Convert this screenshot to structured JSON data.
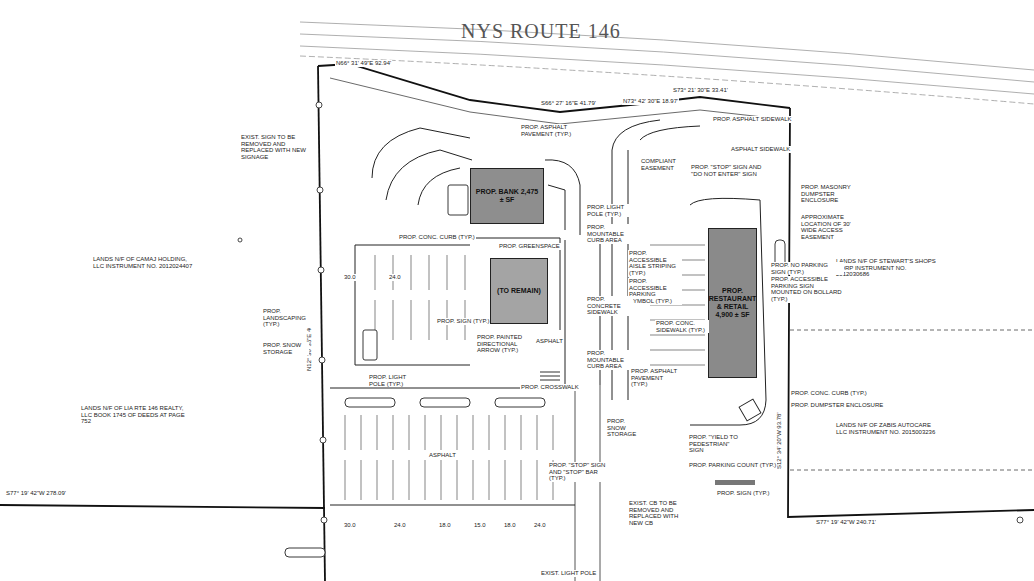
{
  "diagram": {
    "nodes": [
      {
        "text": [
          "PROP. BANK 2,475 ± SF"
        ]
      },
      {
        "text": [
          "(TO REMAIN)"
        ]
      },
      {
        "text": [
          "PROP. RESTAURANT & RETAIL 4,900 ± SF"
        ]
      }
    ],
    "labels": [
      "NYS ROUTE 146",
      "N66° 31' 49\"E 92.94'",
      "S73° 21' 30\"E 33.41'",
      "N73° 42' 30\"E 18.97'",
      "S66° 27' 16\"E 41.79'",
      "LANDS N/F OF CAMAJ HOLDING, LLC INSTRUMENT NO. 2012024407",
      "LANDS N/F OF LIA RTE 146 REALTY, LLC BOOK 1745 OF DEEDS AT PAGE 752",
      "LANDS N/F OF STEWART'S SHOPS CORP INSTRUMENT NO. 2012030686",
      "LANDS N/F OF ZABIS AUTOCARE LLC INSTRUMENT NO. 2015003236",
      "N12° 30' 35\"E 402.29'",
      "S77° 19' 42\"W 278.09'",
      "S12° 34' 20\"W 93.78'",
      "S77° 19' 42\"W 240.71'",
      "EXIST. SIGN TO BE REMOVED AND REPLACED WITH NEW SIGNAGE",
      "PROP. ASPHALT PAVEMENT (TYP.)",
      "PROP. ASPHALT SIDEWALK",
      "COMPLIANT EASEMENT",
      "PROP. \"STOP\" SIGN AND \"DO NOT ENTER\" SIGN",
      "PROP. MASONRY DUMPSTER ENCLOSURE",
      "APPROXIMATE LOCATION OF 30' WIDE ACCESS EASEMENT",
      "PROP. GREENSPACE",
      "PROP. CONC. CURB (TYP.)",
      "PROP. LIGHT POLE (TYP.)",
      "PROP. MOUNTABLE CURB AREA",
      "PROP. ACCESSIBLE AISLE STRIPING (TYP.)",
      "PROP. ACCESSIBLE PARKING SYMBOL (TYP.)",
      "PROP. CONCRETE SIDEWALK",
      "PROP. NO PARKING SIGN (TYP.)",
      "PROP. ACCESSIBLE PARKING SIGN MOUNTED ON BOLLARD (TYP.)",
      "PROP. LANDSCAPING (TYP.)",
      "PROP. SNOW STORAGE",
      "PROP. SIGN (TYP.)",
      "PROP. PAINTED DIRECTIONAL ARROW (TYP.)",
      "PROP. CONC. SIDEWALK (TYP.)",
      "PROP. MOUNTABLE CURB AREA",
      "PROP. ASPHALT PAVEMENT (TYP.)",
      "PROP. CROSSWALK",
      "PROP. LIGHT POLE (TYP.)",
      "PROP. CONC. CURB (TYP.)",
      "PROP. DUMPSTER ENCLOSURE",
      "PROP. \"YIELD TO PEDESTRIAN\" SIGN",
      "PROP. SNOW STORAGE",
      "PROP. PARKING COUNT (TYP.)",
      "PROP. SIGN (TYP.)",
      "PROP. \"STOP\" SIGN AND \"STOP\" BAR (TYP.)",
      "EXIST. CB TO BE REMOVED AND REPLACED WITH NEW CB",
      "EXIST. LIGHT POLE",
      "ASPHALT",
      "ASPHALT SIDEWALK",
      "ASPHALT",
      "30.0",
      "24.0",
      "30.0",
      "24.0",
      "18.0",
      "15.0",
      "18.0",
      "24.0"
    ]
  }
}
